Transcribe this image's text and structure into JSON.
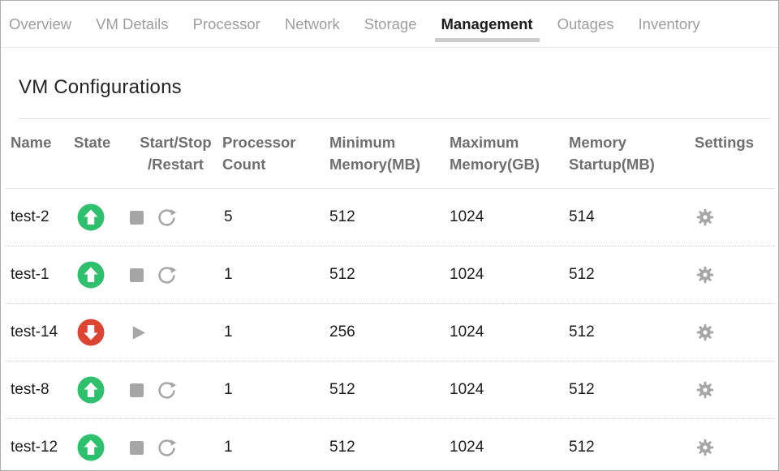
{
  "nav": {
    "tabs": [
      {
        "label": "Overview",
        "active": false
      },
      {
        "label": "VM Details",
        "active": false
      },
      {
        "label": "Processor",
        "active": false
      },
      {
        "label": "Network",
        "active": false
      },
      {
        "label": "Storage",
        "active": false
      },
      {
        "label": "Management",
        "active": true
      },
      {
        "label": "Outages",
        "active": false
      },
      {
        "label": "Inventory",
        "active": false
      }
    ]
  },
  "page": {
    "title": "VM Configurations"
  },
  "table": {
    "columns": [
      {
        "id": "name",
        "label": "Name"
      },
      {
        "id": "state",
        "label": "State"
      },
      {
        "id": "actions",
        "label": "Start/Stop\n/Restart"
      },
      {
        "id": "processor_count",
        "label": "Processor\nCount"
      },
      {
        "id": "min_memory_mb",
        "label": "Minimum\nMemory(MB)"
      },
      {
        "id": "max_memory_gb",
        "label": "Maximum\nMemory(GB)"
      },
      {
        "id": "memory_startup_mb",
        "label": "Memory\nStartup(MB)"
      },
      {
        "id": "settings",
        "label": "Settings"
      }
    ],
    "rows": [
      {
        "name": "test-2",
        "state": "up",
        "actions": [
          "stop",
          "restart"
        ],
        "processor_count": "5",
        "min_memory_mb": "512",
        "max_memory_gb": "1024",
        "memory_startup_mb": "514"
      },
      {
        "name": "test-1",
        "state": "up",
        "actions": [
          "stop",
          "restart"
        ],
        "processor_count": "1",
        "min_memory_mb": "512",
        "max_memory_gb": "1024",
        "memory_startup_mb": "512"
      },
      {
        "name": "test-14",
        "state": "down",
        "actions": [
          "start"
        ],
        "processor_count": "1",
        "min_memory_mb": "256",
        "max_memory_gb": "1024",
        "memory_startup_mb": "512"
      },
      {
        "name": "test-8",
        "state": "up",
        "actions": [
          "stop",
          "restart"
        ],
        "processor_count": "1",
        "min_memory_mb": "512",
        "max_memory_gb": "1024",
        "memory_startup_mb": "512"
      },
      {
        "name": "test-12",
        "state": "up",
        "actions": [
          "stop",
          "restart"
        ],
        "processor_count": "1",
        "min_memory_mb": "512",
        "max_memory_gb": "1024",
        "memory_startup_mb": "512"
      }
    ]
  },
  "icons": {
    "state_up": "arrow-up-circle",
    "state_down": "arrow-down-circle",
    "stop": "stop-square",
    "restart": "refresh-arrow",
    "start": "play-triangle",
    "settings": "gear"
  },
  "colors": {
    "state_up": "#2ec06c",
    "state_down": "#dc4532",
    "icon_gray": "#a6a6a6",
    "accent_underline": "#cccccc"
  }
}
